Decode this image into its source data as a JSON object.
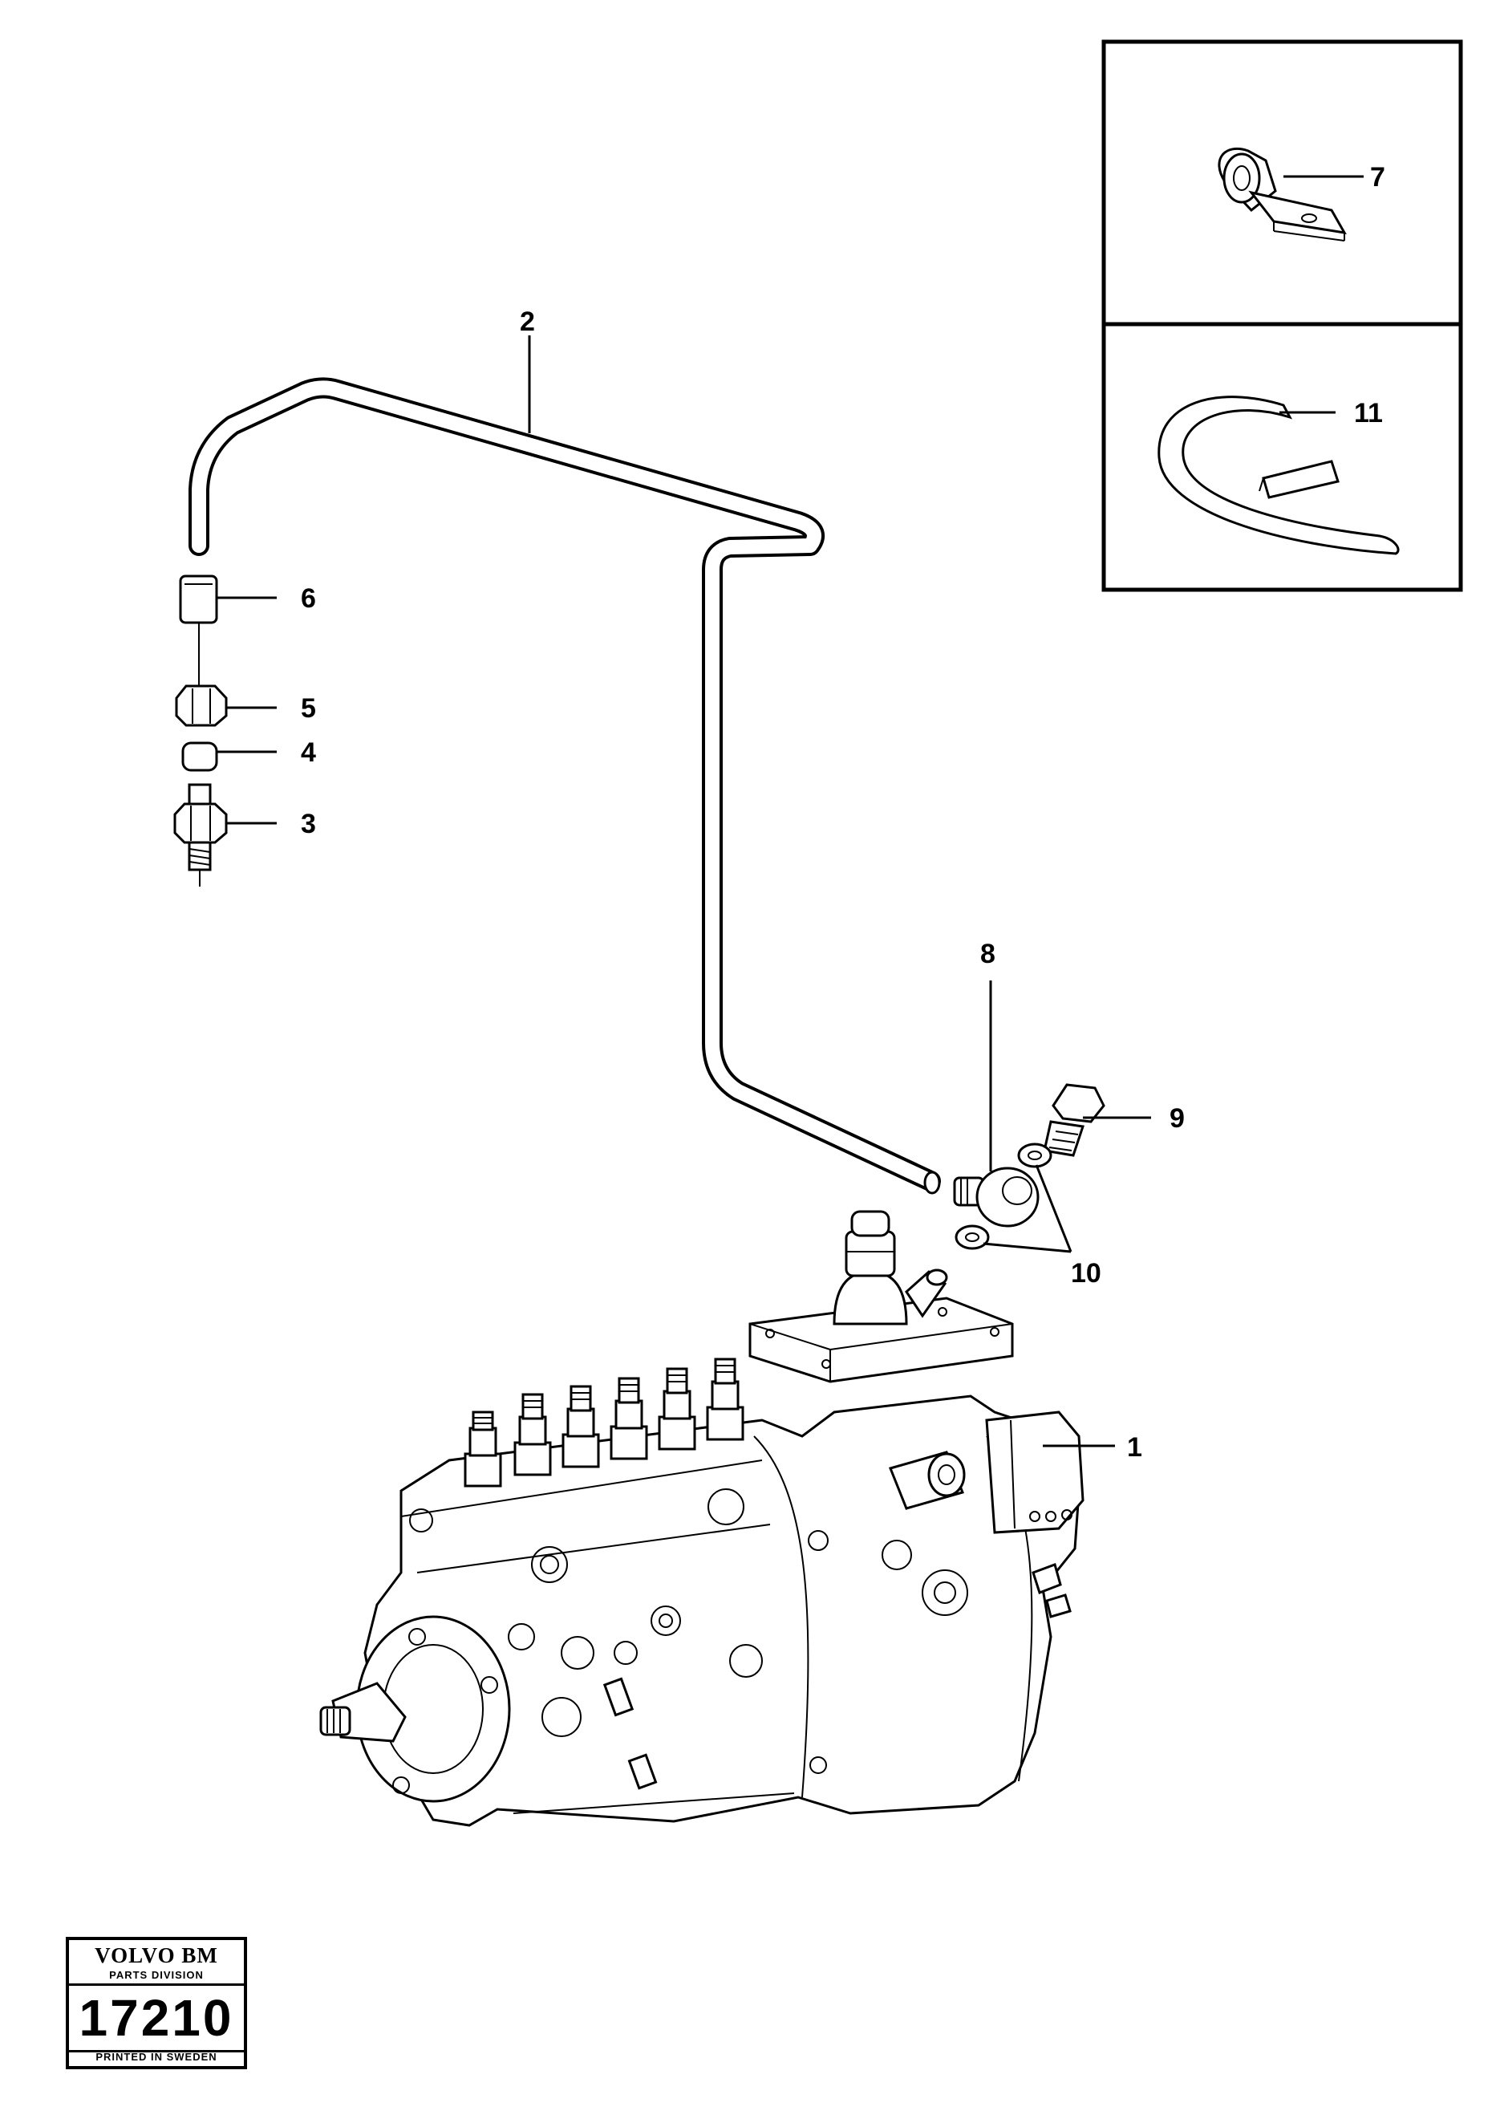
{
  "callouts": {
    "c1": "1",
    "c2": "2",
    "c3": "3",
    "c4": "4",
    "c5": "5",
    "c6": "6",
    "c7": "7",
    "c8": "8",
    "c9": "9",
    "c10": "10",
    "c11": "11"
  },
  "stamp": {
    "brand": "VOLVO BM",
    "division": "PARTS DIVISION",
    "number": "17210",
    "printed": "PRINTED IN SWEDEN"
  }
}
